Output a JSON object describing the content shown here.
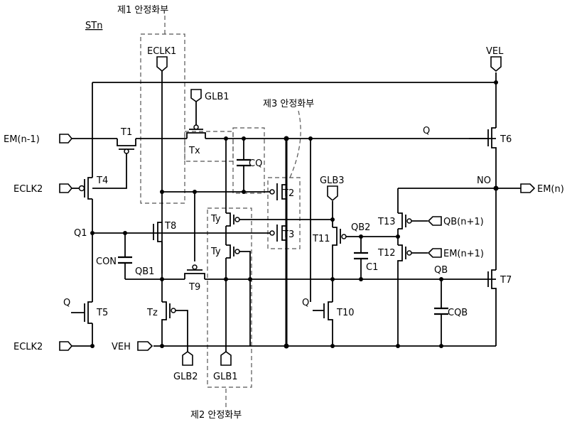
{
  "stage_label": "STn",
  "blocks": {
    "first": "제1 안정화부",
    "second": "제2 안정화부",
    "third": "제3 안정화부"
  },
  "signals": {
    "eclk1": "ECLK1",
    "vel": "VEL",
    "glb1_top": "GLB1",
    "glb1_bottom": "GLB1",
    "glb2": "GLB2",
    "glb3": "GLB3",
    "em_prev": "EM(n-1)",
    "eclk2_top": "ECLK2",
    "eclk2_bottom": "ECLK2",
    "em_out": "EM(n)",
    "qb_next": "QB(n+1)",
    "em_next": "EM(n+1)",
    "veh": "VEH",
    "q_t5": "Q",
    "q_t10": "Q"
  },
  "nodes": {
    "q": "Q",
    "q1": "Q1",
    "no": "NO",
    "qb": "QB",
    "qb1": "QB1",
    "qb2": "QB2",
    "con": "CON"
  },
  "transistors": {
    "t1": "T1",
    "t2": "T2",
    "t3": "T3",
    "t4": "T4",
    "t5": "T5",
    "t6": "T6",
    "t7": "T7",
    "t8": "T8",
    "t9": "T9",
    "t10": "T10",
    "t11": "T11",
    "t12": "T12",
    "t13": "T13",
    "tx": "Tx",
    "ty_top": "Ty",
    "ty_bottom": "Ty",
    "tz": "Tz"
  },
  "capacitors": {
    "cq": "CQ",
    "c1": "C1",
    "cqb": "CQB"
  }
}
